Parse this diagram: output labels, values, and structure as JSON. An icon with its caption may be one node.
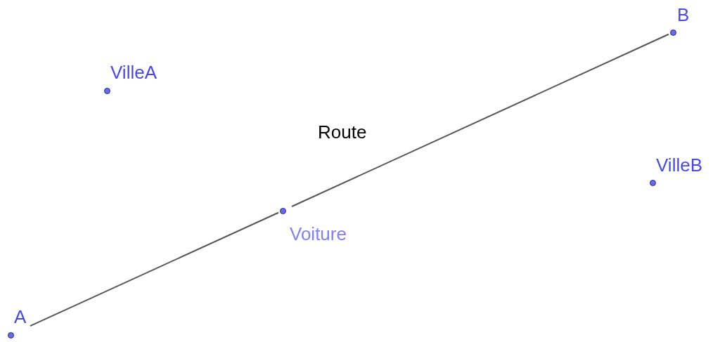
{
  "diagram": {
    "nodes": [
      {
        "text": [
          "B"
        ]
      },
      {
        "text": [
          "VilleA"
        ]
      },
      {
        "text": [
          "VilleB"
        ]
      },
      {
        "text": [
          "Voiture"
        ]
      },
      {
        "text": [
          "A"
        ]
      }
    ],
    "edges": [
      {
        "from": 4,
        "to": 3,
        "arrow": "none"
      },
      {
        "from": 3,
        "to": 0,
        "arrow": "none"
      }
    ],
    "labels": [
      "Route"
    ]
  }
}
